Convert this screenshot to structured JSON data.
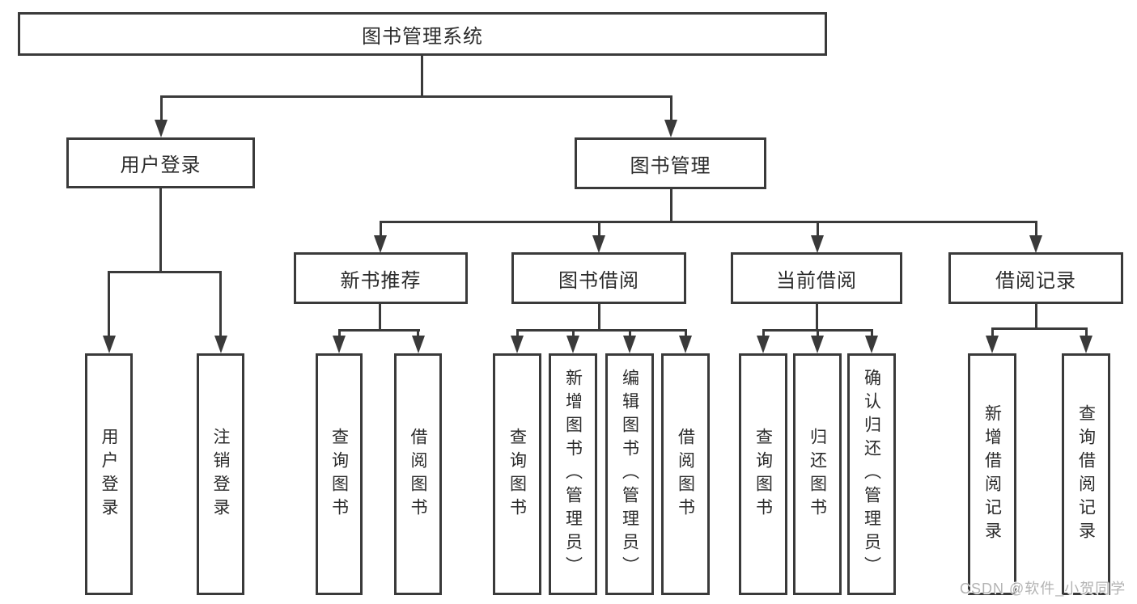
{
  "diagram": {
    "root": {
      "label": "图书管理系统"
    },
    "level2": [
      {
        "label": "用户登录"
      },
      {
        "label": "图书管理"
      }
    ],
    "level3": [
      {
        "label": "新书推荐"
      },
      {
        "label": "图书借阅"
      },
      {
        "label": "当前借阅"
      },
      {
        "label": "借阅记录"
      }
    ],
    "leaves": [
      {
        "label": "用户登录"
      },
      {
        "label": "注销登录"
      },
      {
        "label": "查询图书"
      },
      {
        "label": "借阅图书"
      },
      {
        "label": "查询图书"
      },
      {
        "label": "新增图书（管理员）"
      },
      {
        "label": "编辑图书（管理员）"
      },
      {
        "label": "借阅图书"
      },
      {
        "label": "查询图书"
      },
      {
        "label": "归还图书"
      },
      {
        "label": "确认归还（管理员）"
      },
      {
        "label": "新增借阅记录"
      },
      {
        "label": "查询借阅记录"
      }
    ]
  },
  "watermark": {
    "text": "CSDN @软件_小贺同学"
  },
  "colors": {
    "line": "#3a3a3a",
    "text": "#2b2b2b",
    "bg": "#ffffff",
    "watermark": "#b3b3b3"
  }
}
